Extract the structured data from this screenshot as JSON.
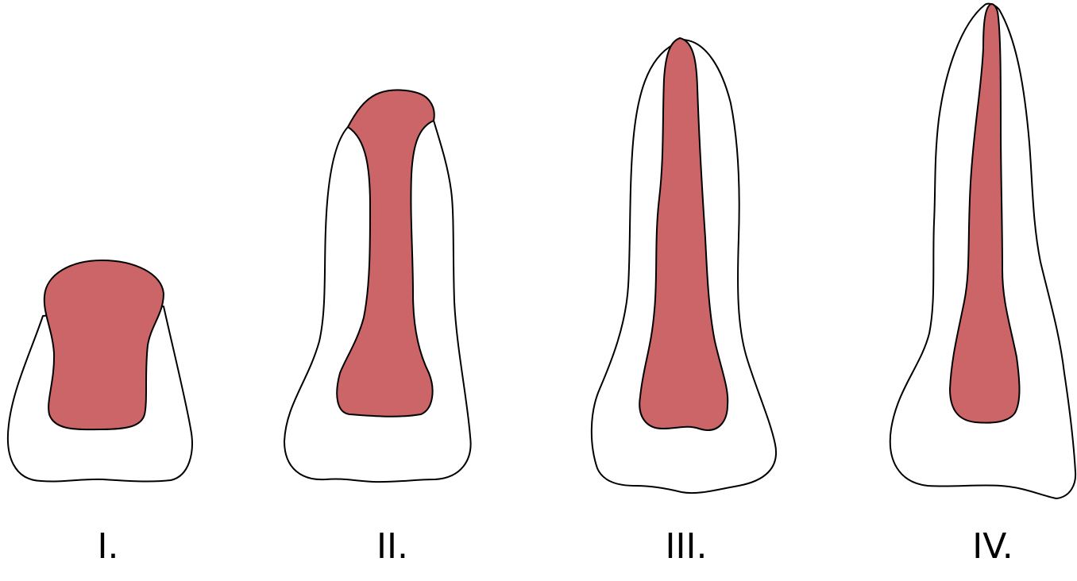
{
  "colors": {
    "pulp": "#CB6567",
    "outline": "#000000",
    "tooth_fill": "#FFFFFF",
    "background": "#FFFFFF"
  },
  "stages": [
    {
      "label": "I."
    },
    {
      "label": "II."
    },
    {
      "label": "III."
    },
    {
      "label": "IV."
    }
  ]
}
